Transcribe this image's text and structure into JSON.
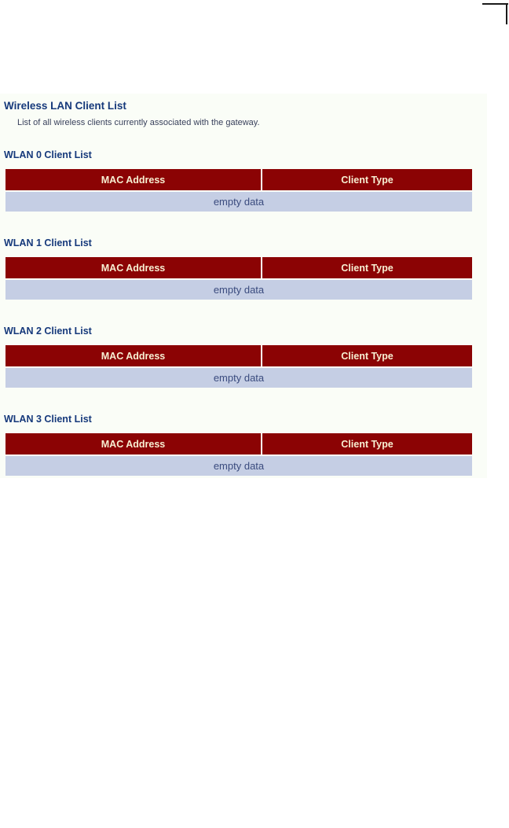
{
  "page": {
    "title": "Wireless LAN Client List",
    "description": "List of all wireless clients currently associated with the gateway."
  },
  "columns": [
    "MAC Address",
    "Client Type"
  ],
  "sections": [
    {
      "heading": "WLAN 0 Client List",
      "empty_label": "empty data"
    },
    {
      "heading": "WLAN 1 Client List",
      "empty_label": "empty data"
    },
    {
      "heading": "WLAN 2 Client List",
      "empty_label": "empty data"
    },
    {
      "heading": "WLAN 3 Client List",
      "empty_label": "empty data"
    }
  ],
  "colors": {
    "table_header_bg": "#8b0304",
    "table_header_text": "#f7efd2",
    "empty_row_bg": "#c5cee4",
    "empty_row_text": "#3a4b7e",
    "heading_text": "#16397b",
    "content_bg": "#fafdf7",
    "corner_mark": "#1a1a1a"
  }
}
